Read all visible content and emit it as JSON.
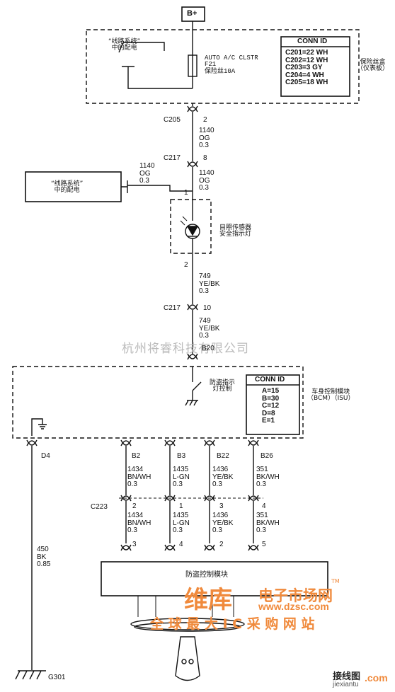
{
  "supply": {
    "label": "B+"
  },
  "fuse_block": {
    "distribution_text": "“线路系统”\n中的配电",
    "fuse_text": "AUTO A/C CLSTR\nF21\n保险丝10A",
    "side_label": "保险丝盒\n（仪表板）",
    "conn_title": "CONN ID",
    "conn_rows": [
      "C201=22 WH",
      "C202=12 WH",
      "C203=3 GY",
      "C204=4 WH",
      "C205=18 WH"
    ]
  },
  "c205": {
    "name": "C205",
    "pin": "2",
    "wire": "1140\nOG\n0.3"
  },
  "c217a": {
    "name": "C217",
    "pin": "8",
    "wire_right": "1140\nOG\n0.3",
    "wire_left": "1140\nOG\n0.3"
  },
  "distribution_box": {
    "text": "“线路系统”\n中的配电"
  },
  "led": {
    "pin_top": "1",
    "pin_bottom": "2",
    "label": "目照传感器\n安全指示灯"
  },
  "wire_749": {
    "text": "749\nYE/BK\n0.3"
  },
  "c217b": {
    "name": "C217",
    "pin": "10",
    "wire": "749\nYE/BK\n0.3"
  },
  "watermark_center": "杭州将睿科技有限公司",
  "bcm": {
    "pin": "B20",
    "switch_label": "防盗指示\n灯控制",
    "conn_title": "CONN ID",
    "conn_rows": [
      "A=15",
      "B=30",
      "C=12",
      "D=8",
      "E=1"
    ],
    "side_label": "车身控制模块\n（BCM）（ISU）"
  },
  "ground_pin": "D4",
  "ground_wire": "450\nBK\n0.85",
  "ground_label": "G301",
  "channels": [
    {
      "pin": "B2",
      "wire_top": "1434\nBN/WH\n0.3",
      "c_pin": "2",
      "wire_bottom": "1434\nBN/WH\n0.3",
      "module_pin": "3"
    },
    {
      "pin": "B3",
      "wire_top": "1435\nL-GN\n0.3",
      "c_pin": "1",
      "wire_bottom": "1435\nL-GN\n0.3",
      "module_pin": "4"
    },
    {
      "pin": "B22",
      "wire_top": "1436\nYE/BK\n0.3",
      "c_pin": "3",
      "wire_bottom": "1436\nYE/BK\n0.3",
      "module_pin": "2"
    },
    {
      "pin": "B26",
      "wire_top": "351\nBK/WH\n0.3",
      "c_pin": "4",
      "wire_bottom": "351\nBK/WH\n0.3",
      "module_pin": "5"
    }
  ],
  "c223": "C223",
  "module": {
    "label": "防盗控制模块"
  },
  "watermarks": {
    "logo_text": "维库",
    "brand": "电子市场网",
    "url": "www.dzsc.com",
    "tm": "TM",
    "slogan": "全 球 最 大 I C 采 购 网 站",
    "corner_cn": "接线图",
    "corner_url": "jiexiantu",
    "corner_com": ".com"
  },
  "colors": {
    "line": "#111111",
    "watermark_orange": "#f08a3c",
    "watermark_gray": "#bbbbbb"
  }
}
